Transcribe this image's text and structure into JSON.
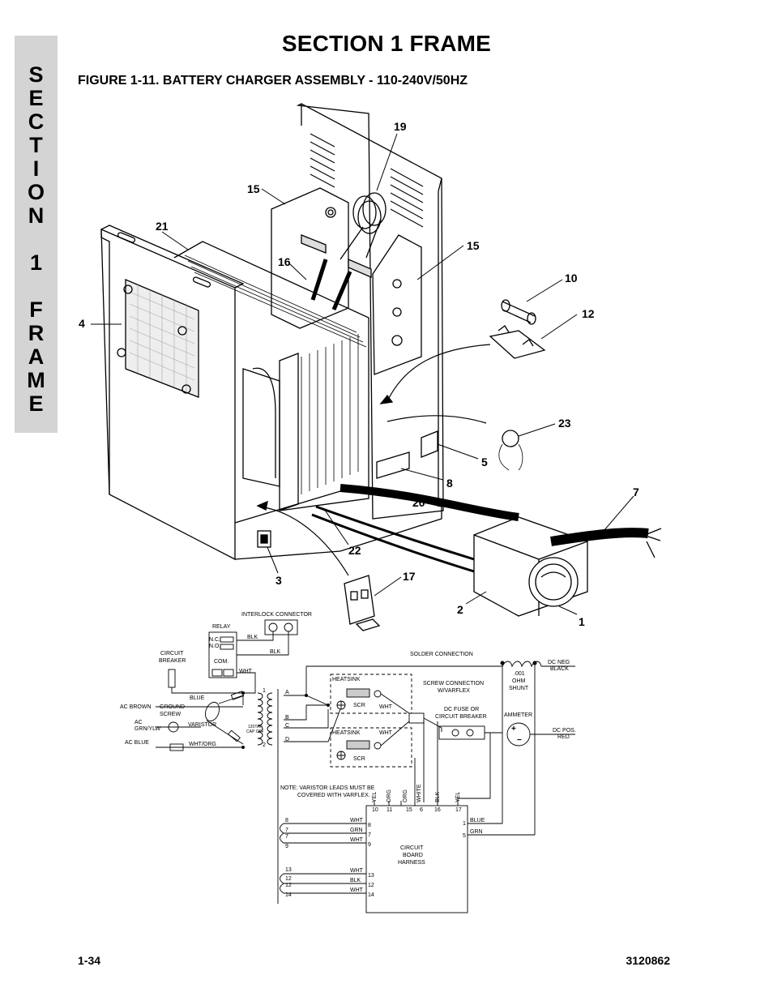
{
  "side_tab": {
    "letters": [
      "S",
      "E",
      "C",
      "T",
      "I",
      "O",
      "N",
      "",
      "1",
      "",
      "F",
      "R",
      "A",
      "M",
      "E"
    ]
  },
  "header": {
    "section_title": "SECTION 1  FRAME",
    "figure_title": "FIGURE 1-11.  BATTERY CHARGER ASSEMBLY - 110-240V/50HZ"
  },
  "callouts": {
    "c19": "19",
    "c15a": "15",
    "c15b": "15",
    "c21": "21",
    "c16": "16",
    "c10": "10",
    "c4": "4",
    "c12": "12",
    "c23": "23",
    "c5": "5",
    "c8": "8",
    "c7": "7",
    "c20": "20",
    "c22": "22",
    "c3": "3",
    "c17": "17",
    "c2": "2",
    "c1": "1"
  },
  "schematic": {
    "interlock_connector": "INTERLOCK CONNECTOR",
    "relay": "RELAY",
    "nc": "N.C.",
    "no": "N.O.",
    "com": "COM.",
    "blk1": "BLK",
    "blk2": "BLK",
    "wht_relay": "WHT",
    "circuit_breaker_1": "CIRCUIT",
    "circuit_breaker_2": "BREAKER",
    "blue": "BLUE",
    "ac_brown": "AC BROWN",
    "ground_1": "GROUND",
    "ground_2": "SCREW",
    "ac": "AC",
    "grn_ylw": "GRN/YLW",
    "varistor": "VARISTOR",
    "ac_blue": "AC BLUE",
    "wht_org": "WHT/ORG",
    "tap_1": "120TAP",
    "tap_2": "CAP OFF",
    "t1": "1",
    "t2": "2",
    "a": "A",
    "b": "B",
    "c": "C",
    "d": "D",
    "heatsink1": "HEATSINK",
    "heatsink2": "HEATSINK",
    "scr1": "SCR",
    "scr2": "SCR",
    "wht_h1": "WHT",
    "wht_h2": "WHT",
    "screw_conn_1": "SCREW CONNECTION",
    "screw_conn_2": "W/VARFLEX",
    "dc_fuse_1": "DC FUSE OR",
    "dc_fuse_2": "CIRCUIT BREAKER",
    "solder_connection": "SOLDER CONNECTION",
    "shunt_1": ".001",
    "shunt_2": "OHM",
    "shunt_3": "SHUNT",
    "dc_neg_1": "DC NEG",
    "dc_neg_2": "BLACK",
    "ammeter": "AMMETER",
    "plus": "+",
    "minus": "−",
    "dc_pos_1": "DC POS.",
    "dc_pos_2": "RED",
    "note_1": "NOTE: VARISTOR LEADS MUST BE",
    "note_2": "COVERED WITH VARFLEX.",
    "wire_yel1": "YEL",
    "wire_org1": "ORG",
    "wire_org2": "ORG",
    "wire_white": "WHITE",
    "wire_blk": "BLK",
    "wire_yel2": "YEL",
    "pin_10": "10",
    "pin_11": "11",
    "pin_15": "15",
    "pin_6": "6",
    "pin_16": "16",
    "pin_17": "17",
    "pin_1": "1",
    "pin_5": "5",
    "right_blue": "BLUE",
    "right_grn": "GRN",
    "board_1": "CIRCUIT",
    "board_2": "BOARD",
    "board_3": "HARNESS",
    "l8": "8",
    "l7a": "7",
    "l7b": "7",
    "l9": "9",
    "l13": "13",
    "l12a": "12",
    "l12b": "12",
    "l14": "14",
    "w8": "WHT",
    "w7": "GRN",
    "w7b": "WHT",
    "w13": "WHT",
    "w12": "BLK",
    "w14": "WHT",
    "p8": "8",
    "p7": "7",
    "p9": "9",
    "p13": "13",
    "p12": "12",
    "p14": "14"
  },
  "footer": {
    "page_number": "1-34",
    "document_number": "3120862"
  }
}
